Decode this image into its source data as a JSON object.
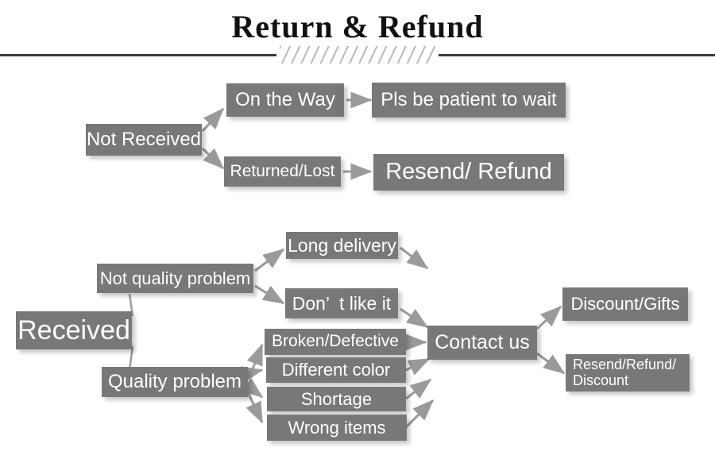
{
  "header": {
    "title": "Return & Refund",
    "divider_icon": "diagonal-hatch-divider"
  },
  "colors": {
    "box_fill": "#787878",
    "box_text": "#ffffff",
    "connector": "#9a9a9a",
    "divider_line": "#3a3a3a",
    "hatch": "#b9b9b9",
    "background": "#ffffff"
  },
  "diagram": {
    "type": "flowchart",
    "branches": [
      {
        "id": "not-received",
        "root": "Not Received",
        "paths": [
          {
            "step": "On the Way",
            "outcome": "Pls be patient to wait"
          },
          {
            "step": "Returned/Lost",
            "outcome": "Resend/ Refund"
          }
        ]
      },
      {
        "id": "received",
        "root": "Received",
        "categories": [
          {
            "name": "Not quality problem",
            "issues": [
              "Long delivery",
              "Don’  t like it"
            ]
          },
          {
            "name": "Quality problem",
            "issues": [
              "Broken/Defective",
              "Different color",
              "Shortage",
              "Wrong items"
            ]
          }
        ],
        "hub": "Contact us",
        "resolutions": [
          "Discount/Gifts",
          "Resend/Refund/\nDiscount"
        ]
      }
    ],
    "nodes": {
      "not_received": "Not Received",
      "on_the_way": "On the Way",
      "pls_be_patient": "Pls be patient to wait",
      "returned_lost": "Returned/Lost",
      "resend_refund": "Resend/ Refund",
      "received": "Received",
      "not_quality_problem": "Not quality problem",
      "quality_problem": "Quality problem",
      "long_delivery": "Long delivery",
      "dont_like_it": "Don’  t like it",
      "broken_defective": "Broken/Defective",
      "different_color": "Different color",
      "shortage": "Shortage",
      "wrong_items": "Wrong items",
      "contact_us": "Contact us",
      "discount_gifts": "Discount/Gifts",
      "resend_refund_discount": "Resend/Refund/\nDiscount"
    }
  }
}
